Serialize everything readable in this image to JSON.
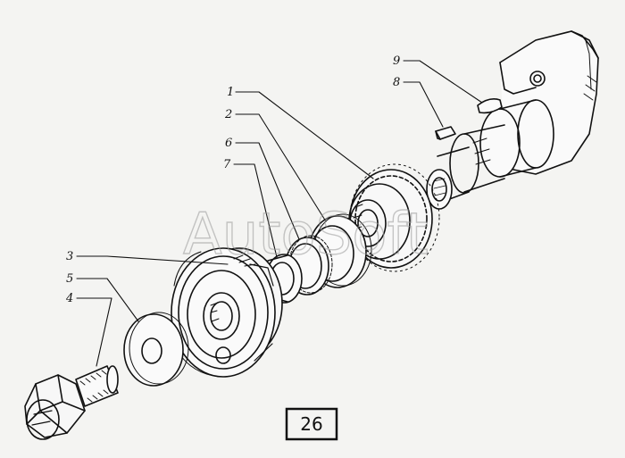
{
  "callouts": [
    "1",
    "2",
    "3",
    "4",
    "5",
    "6",
    "7",
    "8",
    "9"
  ],
  "watermark": "AutoSoft",
  "figure_number": "26"
}
